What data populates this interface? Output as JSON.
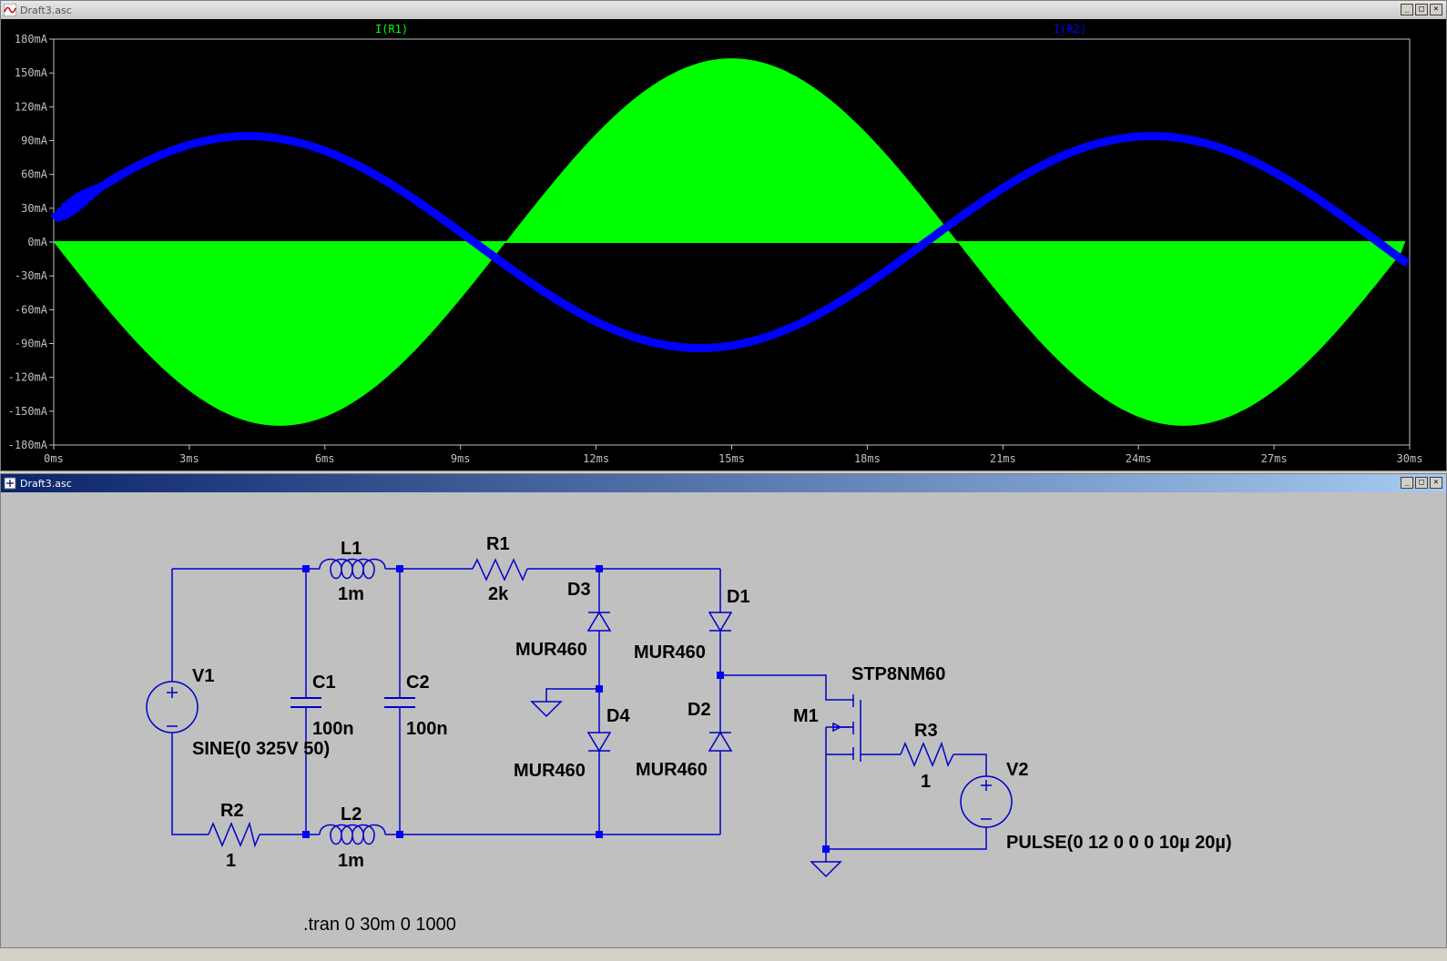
{
  "plot_window": {
    "title": "Draft3.asc",
    "min": "_",
    "max": "□",
    "close": "✕"
  },
  "schem_window": {
    "title": "Draft3.asc",
    "min": "_",
    "max": "□",
    "close": "✕"
  },
  "chart_data": {
    "type": "line",
    "x_ticks": [
      "0ms",
      "3ms",
      "6ms",
      "9ms",
      "12ms",
      "15ms",
      "18ms",
      "21ms",
      "24ms",
      "27ms",
      "30ms"
    ],
    "y_ticks": [
      "180mA",
      "150mA",
      "120mA",
      "90mA",
      "60mA",
      "30mA",
      "0mA",
      "-30mA",
      "-60mA",
      "-90mA",
      "-120mA",
      "-150mA",
      "-180mA"
    ],
    "xlim": [
      0,
      30
    ],
    "ylim": [
      -180,
      180
    ],
    "series": [
      {
        "name": "I(R1)",
        "color": "#00ff00",
        "style": "pwm-filled",
        "envelope_amplitude_mA": 163,
        "frequency_hz": 50,
        "phase": "negative-first",
        "samples_ms": [
          0,
          2.5,
          5,
          7.5,
          10,
          12.5,
          15,
          17.5,
          20,
          22.5,
          25,
          27.5,
          30
        ],
        "envelope_mA": [
          0,
          -115,
          -163,
          -115,
          0,
          115,
          163,
          115,
          0,
          -115,
          -163,
          -115,
          0
        ]
      },
      {
        "name": "I(R2)",
        "color": "#0000ff",
        "style": "thick-line",
        "amplitude_mA": 94,
        "peak_time_ms": 4.3,
        "samples_ms": [
          0,
          2,
          4.3,
          6,
          9,
          9.3,
          12,
          14.3,
          17,
          19.3,
          22,
          24.3,
          27,
          29.3,
          30
        ],
        "values_mA": [
          22,
          73,
          94,
          86,
          6,
          0,
          -71,
          -94,
          -57,
          0,
          57,
          94,
          62,
          0,
          -20
        ]
      }
    ]
  },
  "schematic": {
    "labels": {
      "L1": "L1",
      "L1_val": "1m",
      "L2": "L2",
      "L2_val": "1m",
      "R1": "R1",
      "R1_val": "2k",
      "R2": "R2",
      "R2_val": "1",
      "R3": "R3",
      "R3_val": "1",
      "C1": "C1",
      "C1_val": "100n",
      "C2": "C2",
      "C2_val": "100n",
      "V1": "V1",
      "V1_val": "SINE(0 325V 50)",
      "V2": "V2",
      "V2_val": "PULSE(0 12 0 0 0 10µ 20µ)",
      "D1": "D1",
      "D2": "D2",
      "D3": "D3",
      "D4": "D4",
      "D1_val": "MUR460",
      "D2_val": "MUR460",
      "D3_val": "MUR460",
      "D4_val": "MUR460",
      "M1": "M1",
      "M1_val": "STP8NM60",
      "tran": ".tran 0 30m 0 1000"
    },
    "colors": {
      "wire": "#0000c8",
      "junction": "#0000ff",
      "text": "#000000",
      "background": "#c0c0c0"
    }
  }
}
